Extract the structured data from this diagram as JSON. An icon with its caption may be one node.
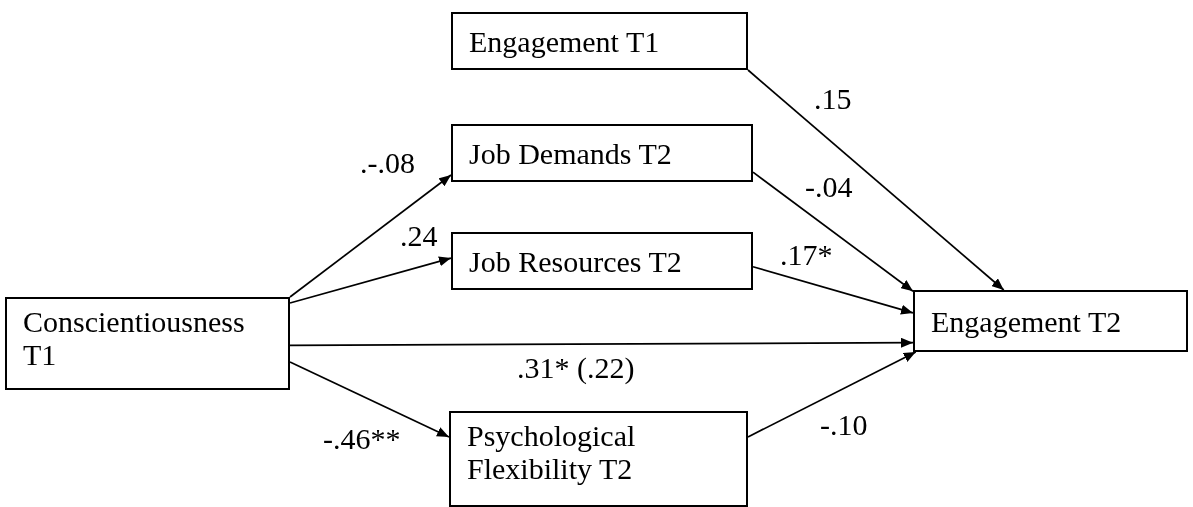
{
  "diagram": {
    "nodes": [
      {
        "text": [
          "Engagement T1"
        ]
      },
      {
        "text": [
          "Job Demands T2"
        ]
      },
      {
        "text": [
          "Job Resources T2"
        ]
      },
      {
        "text": [
          "Conscientiousness T1"
        ]
      },
      {
        "text": [
          "Engagement T2"
        ]
      },
      {
        "text": [
          "Psychological Flexibility T2"
        ]
      }
    ],
    "edges": [
      {
        "from": 3,
        "to": 1,
        "arrow": "to",
        "label": ".-.08"
      },
      {
        "from": 3,
        "to": 2,
        "arrow": "to",
        "label": ".24"
      },
      {
        "from": 3,
        "to": 4,
        "arrow": "to",
        "label": ".31* (.22)"
      },
      {
        "from": 3,
        "to": 5,
        "arrow": "to",
        "label": "-.46**"
      },
      {
        "from": 0,
        "to": 4,
        "arrow": "to",
        "label": ".15"
      },
      {
        "from": 1,
        "to": 4,
        "arrow": "to",
        "label": "-.04"
      },
      {
        "from": 2,
        "to": 4,
        "arrow": "to",
        "label": ".17*"
      },
      {
        "from": 5,
        "to": 4,
        "arrow": "to",
        "label": "-.10"
      }
    ]
  }
}
